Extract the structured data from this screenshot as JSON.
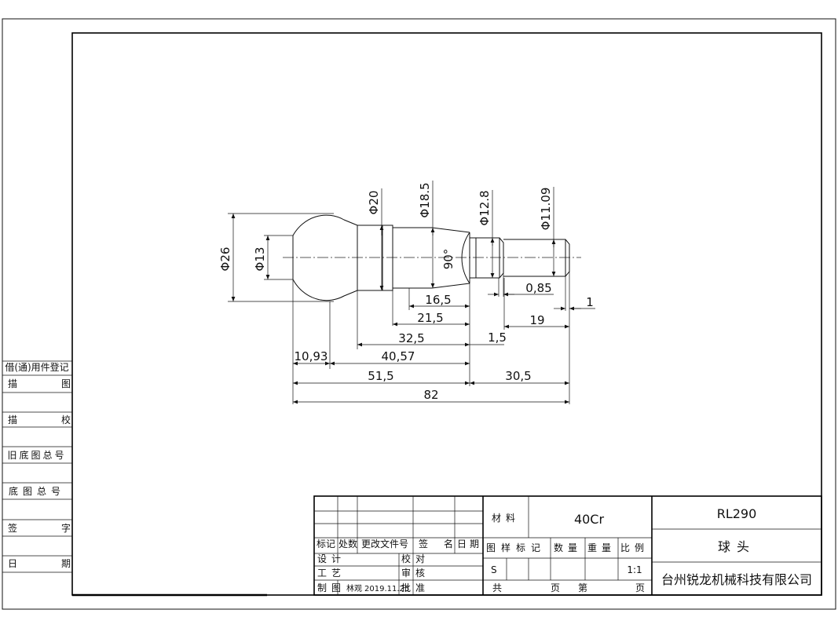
{
  "drawing": {
    "dims": {
      "d26": "Φ26",
      "d13": "Φ13",
      "d20": "Φ20",
      "d18_5": "Φ18.5",
      "d12_8": "Φ12.8",
      "d11_09": "Φ11.09",
      "angle90": "90°",
      "l16_5": "16,5",
      "l21_5": "21,5",
      "l32_5": "32,5",
      "l40_57": "40,57",
      "l10_93": "10,93",
      "l51_5": "51,5",
      "l82": "82",
      "l0_85": "0,85",
      "l1": "1",
      "l19": "19",
      "l1_5": "1,5",
      "l30_5": "30,5"
    }
  },
  "left_panel": {
    "label1": "借(通)用件登记",
    "miao": "描",
    "tu": "图",
    "miao2": "描",
    "xiao": "校",
    "old_total": "旧底图总号",
    "base_total": "底图总号",
    "qian": "签",
    "zi": "字",
    "ri": "日",
    "qi": "期"
  },
  "title_block": {
    "biaoji": "标记",
    "chushu": "处数",
    "genggai": "更改文件号",
    "qian": "签",
    "ming": "名",
    "riqi": "日期",
    "sheji": "设计",
    "gongyi": "工艺",
    "zhitu": "制图",
    "designer": "林观",
    "date": "2019.11.25",
    "jiaodui": "校对",
    "shenhe": "审核",
    "pizhun": "批准",
    "cailiao_label": "材料",
    "material": "40Cr",
    "tuyang": "图样标记",
    "shuliang": "数量",
    "zhongliang": "重量",
    "bili": "比例",
    "mark_s": "S",
    "scale": "1:1",
    "gong": "共",
    "ye": "页",
    "di": "第",
    "ye2": "页",
    "part_no": "RL290",
    "part_name": "球头",
    "company": "台州锐龙机械科技有限公司"
  }
}
